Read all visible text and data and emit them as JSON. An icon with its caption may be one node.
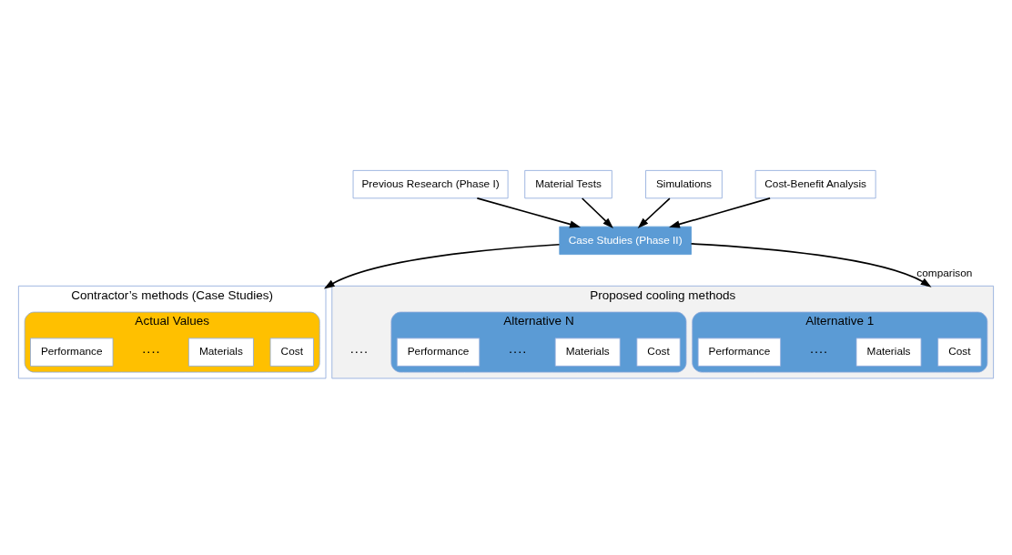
{
  "diagram": {
    "nodes": [
      {
        "text": [
          "Previous Research (Phase I)"
        ]
      },
      {
        "text": [
          "Material Tests"
        ]
      },
      {
        "text": [
          "Simulations"
        ]
      },
      {
        "text": [
          "Cost-Benefit Analysis"
        ]
      },
      {
        "text": [
          "Case Studies (Phase II)"
        ]
      },
      {
        "text": [
          "Contractor’s methods (Case Studies)"
        ]
      },
      {
        "text": [
          "Actual Values"
        ],
        "in": 5
      },
      {
        "text": [
          "Cost"
        ],
        "in": 6
      },
      {
        "text": [
          "Materials"
        ],
        "in": 6
      },
      {
        "text": [
          "Performance"
        ],
        "in": 6
      },
      {
        "text": [
          "Proposed cooling methods"
        ]
      },
      {
        "text": [
          "Alternative 1"
        ],
        "in": 10
      },
      {
        "text": [
          "Cost"
        ],
        "in": 11
      },
      {
        "text": [
          "Materials"
        ],
        "in": 11
      },
      {
        "text": [
          "Performance"
        ],
        "in": 11
      },
      {
        "text": [
          "Alternative N"
        ],
        "in": 10
      },
      {
        "text": [
          "Cost"
        ],
        "in": 15
      },
      {
        "text": [
          "Materials"
        ],
        "in": 15
      },
      {
        "text": [
          "Performance"
        ],
        "in": 15
      }
    ],
    "edges": [
      {
        "from": 0,
        "to": 4,
        "arrow": "to"
      },
      {
        "from": 1,
        "to": 4,
        "arrow": "to"
      },
      {
        "from": 2,
        "to": 4,
        "arrow": "to"
      },
      {
        "from": 3,
        "to": 4,
        "arrow": "to"
      },
      {
        "from": 4,
        "to": 5,
        "arrow": "to"
      },
      {
        "from": 4,
        "to": 10,
        "arrow": "to",
        "label": "comparison"
      }
    ],
    "labels": [
      "····",
      "····",
      "····",
      "····"
    ]
  }
}
